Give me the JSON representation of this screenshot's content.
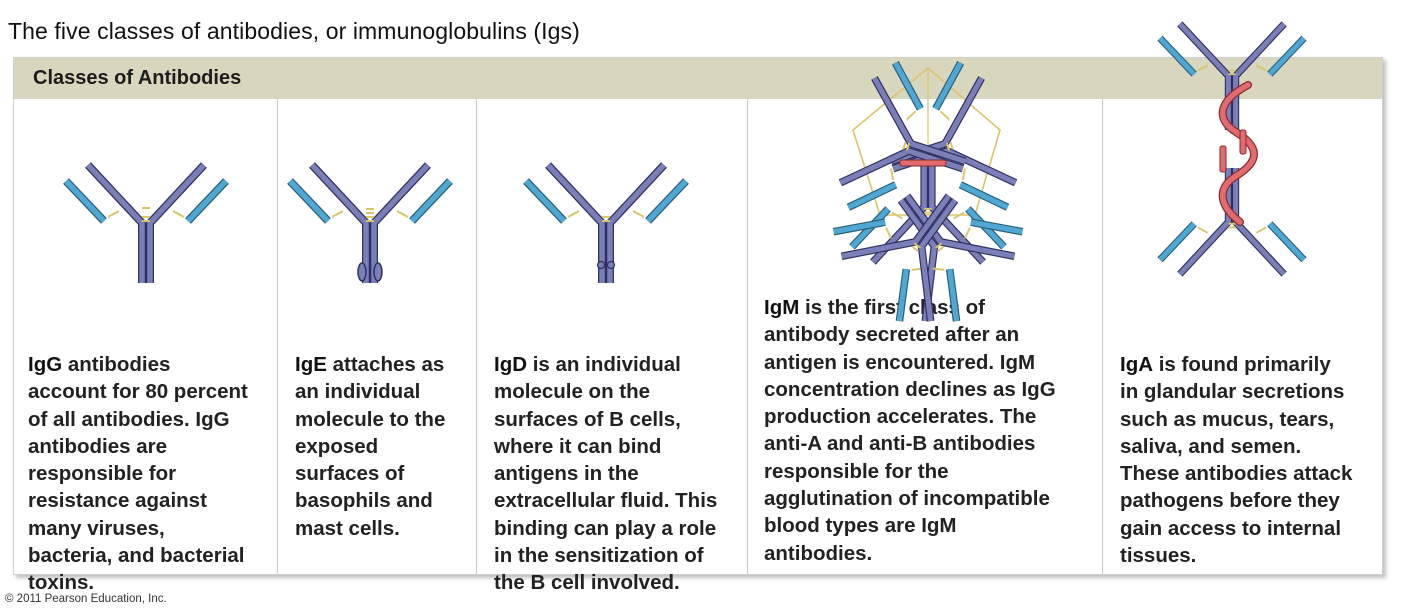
{
  "page": {
    "title": "The five classes of antibodies, or immunoglobulins (Igs)",
    "copyright": "© 2011 Pearson Education, Inc."
  },
  "panel": {
    "header": "Classes of Antibodies"
  },
  "colors": {
    "heavy_chain": "#7b7fb8",
    "light_chain": "#4fa8d3",
    "disulfide_bond": "#d9c56a",
    "j_chain": "#e06c70",
    "header_band": "#d8d6bd"
  },
  "classes": [
    {
      "abbr": "IgG",
      "text": " antibodies\naccount for 80 percent\nof all antibodies. IgG\nantibodies are\nresponsible for\nresistance against\nmany viruses,\nbacteria, and bacterial\ntoxins."
    },
    {
      "abbr": "IgE",
      "text": " attaches as\nan individual\nmolecule to the\nexposed\nsurfaces of\nbasophils and\nmast cells."
    },
    {
      "abbr": "IgD",
      "text": " is an individual\nmolecule on the\nsurfaces of B cells,\nwhere it can bind\nantigens in the\nextracellular fluid. This\nbinding can play a role\nin the sensitization of\nthe B cell involved."
    },
    {
      "abbr": "IgM",
      "text": " is the first class of\nantibody secreted after an\nantigen is encountered. IgM\nconcentration declines as IgG\nproduction accelerates. The\nanti-A and anti-B antibodies\nresponsible for the\nagglutination of incompatible\nblood types are IgM\nantibodies."
    },
    {
      "abbr": "IgA",
      "text": " is found primarily\nin glandular secretions\nsuch as mucus, tears,\nsaliva, and semen.\nThese antibodies attack\npathogens before they\ngain access to internal\ntissues."
    }
  ]
}
